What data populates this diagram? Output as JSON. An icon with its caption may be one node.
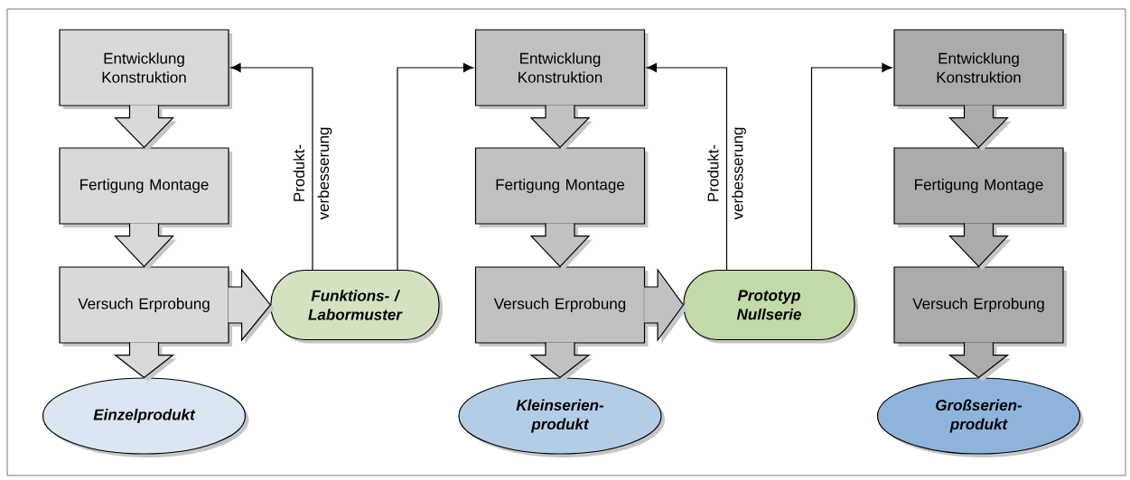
{
  "diagram": {
    "nodes": [
      {
        "text": [
          "Entwicklung Konstruktion"
        ]
      },
      {
        "text": [
          "Fertigung Montage"
        ]
      },
      {
        "text": [
          "Versuch Erprobung"
        ]
      },
      {
        "text": [
          "Einzelprodukt"
        ]
      },
      {
        "text": [
          "Funktions- / Labormuster"
        ]
      },
      {
        "text": [
          "Entwicklung Konstruktion"
        ]
      },
      {
        "text": [
          "Fertigung Montage"
        ]
      },
      {
        "text": [
          "Versuch Erprobung"
        ]
      },
      {
        "text": [
          "Kleinserien- produkt"
        ]
      },
      {
        "text": [
          "Prototyp Nullserie"
        ]
      },
      {
        "text": [
          "Entwicklung Konstruktion"
        ]
      },
      {
        "text": [
          "Fertigung Montage"
        ]
      },
      {
        "text": [
          "Versuch Erprobung"
        ]
      },
      {
        "text": [
          "Großserien- produkt"
        ]
      }
    ],
    "edges": [
      {
        "from": 0,
        "to": 1,
        "arrow": "to",
        "style": "thick"
      },
      {
        "from": 1,
        "to": 2,
        "arrow": "to",
        "style": "thick"
      },
      {
        "from": 2,
        "to": 3,
        "arrow": "to",
        "style": "thick"
      },
      {
        "from": 2,
        "to": 4,
        "arrow": "to",
        "style": "thick"
      },
      {
        "from": 4,
        "to": 0,
        "arrow": "to",
        "label": "Produkt- verbesserung"
      },
      {
        "from": 4,
        "to": 5,
        "arrow": "to"
      },
      {
        "from": 5,
        "to": 6,
        "arrow": "to",
        "style": "thick"
      },
      {
        "from": 6,
        "to": 7,
        "arrow": "to",
        "style": "thick"
      },
      {
        "from": 7,
        "to": 8,
        "arrow": "to",
        "style": "thick"
      },
      {
        "from": 7,
        "to": 9,
        "arrow": "to",
        "style": "thick"
      },
      {
        "from": 9,
        "to": 5,
        "arrow": "to",
        "label": "Produkt- verbesserung"
      },
      {
        "from": 9,
        "to": 10,
        "arrow": "to"
      },
      {
        "from": 10,
        "to": 11,
        "arrow": "to",
        "style": "thick"
      },
      {
        "from": 11,
        "to": 12,
        "arrow": "to",
        "style": "thick"
      },
      {
        "from": 12,
        "to": 13,
        "arrow": "to",
        "style": "thick"
      }
    ]
  }
}
